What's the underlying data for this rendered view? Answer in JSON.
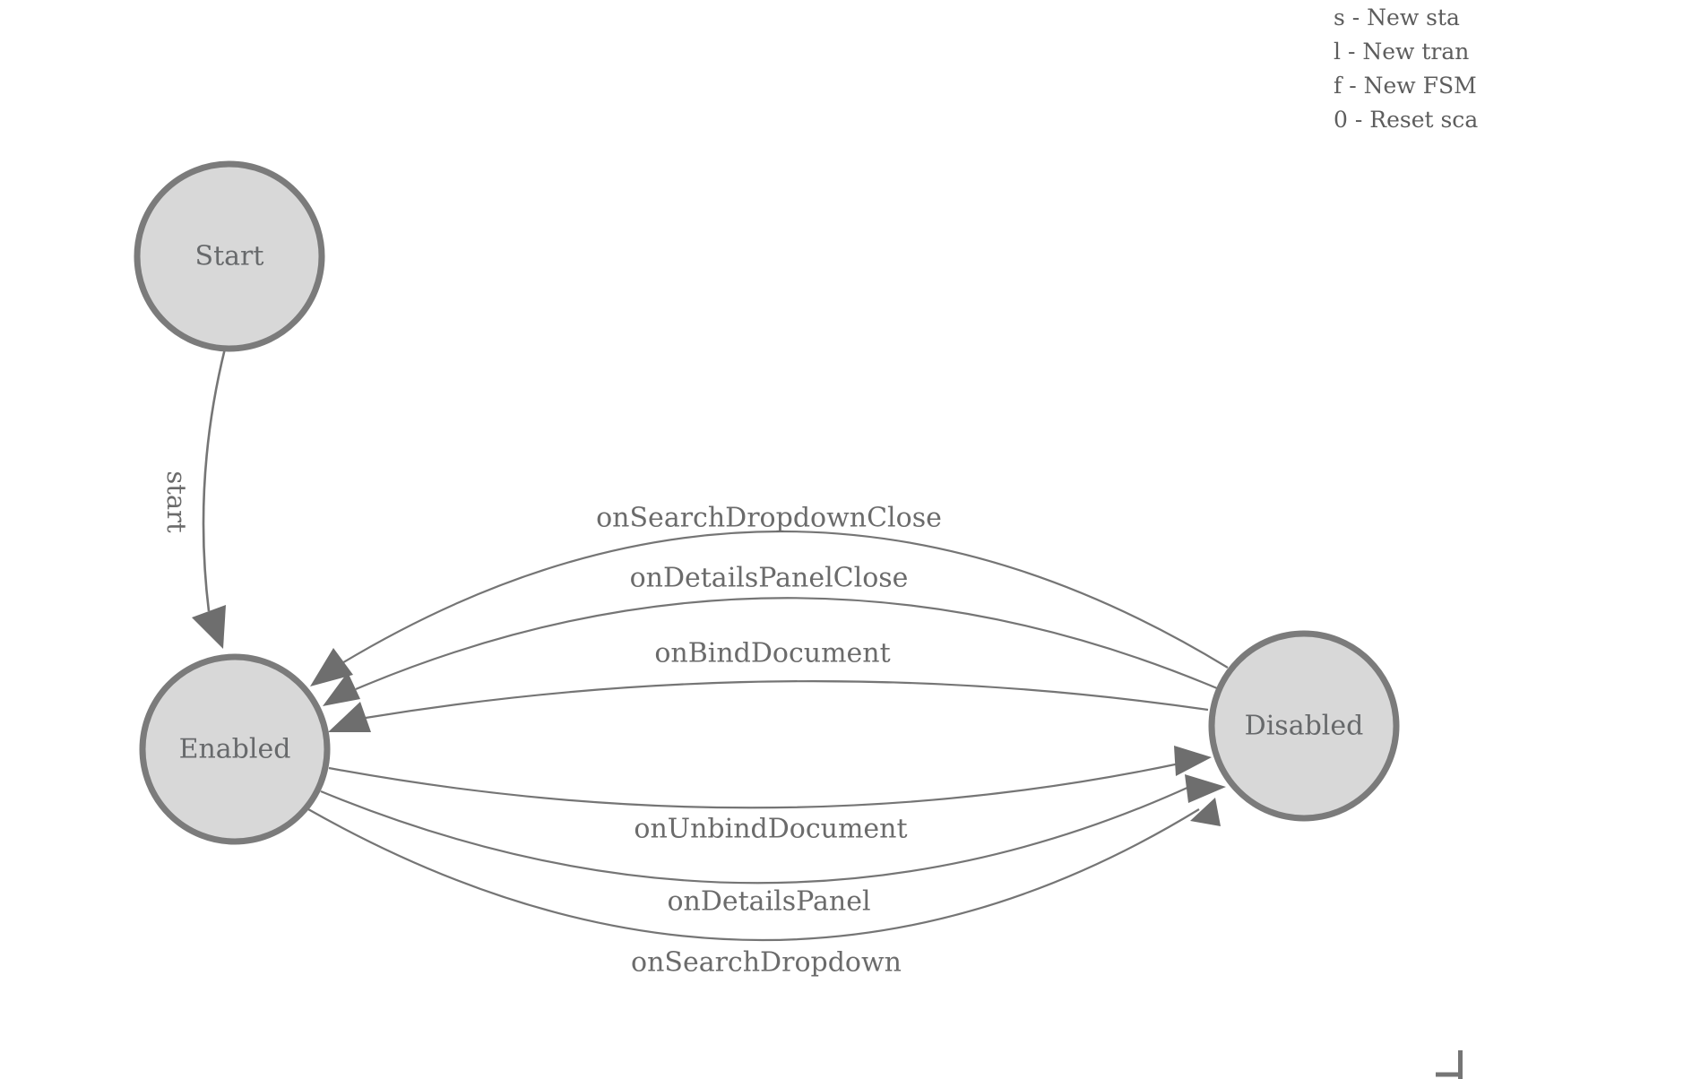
{
  "legend": {
    "lines": [
      "s - New sta",
      "l - New tran",
      "f - New FSM",
      "0 - Reset sca"
    ]
  },
  "states": [
    {
      "id": "start",
      "label": "Start"
    },
    {
      "id": "enabled",
      "label": "Enabled"
    },
    {
      "id": "disabled",
      "label": "Disabled"
    }
  ],
  "transitions": [
    {
      "label": "start",
      "from": "Start",
      "to": "Enabled"
    },
    {
      "label": "onSearchDropdownClose",
      "from": "Disabled",
      "to": "Enabled"
    },
    {
      "label": "onDetailsPanelClose",
      "from": "Disabled",
      "to": "Enabled"
    },
    {
      "label": "onBindDocument",
      "from": "Disabled",
      "to": "Enabled"
    },
    {
      "label": "onUnbindDocument",
      "from": "Enabled",
      "to": "Disabled"
    },
    {
      "label": "onDetailsPanel",
      "from": "Enabled",
      "to": "Disabled"
    },
    {
      "label": "onSearchDropdown",
      "from": "Enabled",
      "to": "Disabled"
    }
  ],
  "colors": {
    "background": "#ffffff",
    "node_fill": "#d8d8d8",
    "node_border": "#7b7b7b",
    "edge_line": "#757575",
    "arrowhead": "#6e6e6e",
    "node_label": "#67696b",
    "edge_label": "#6b6b6b",
    "legend_text": "#5d5d5d"
  }
}
